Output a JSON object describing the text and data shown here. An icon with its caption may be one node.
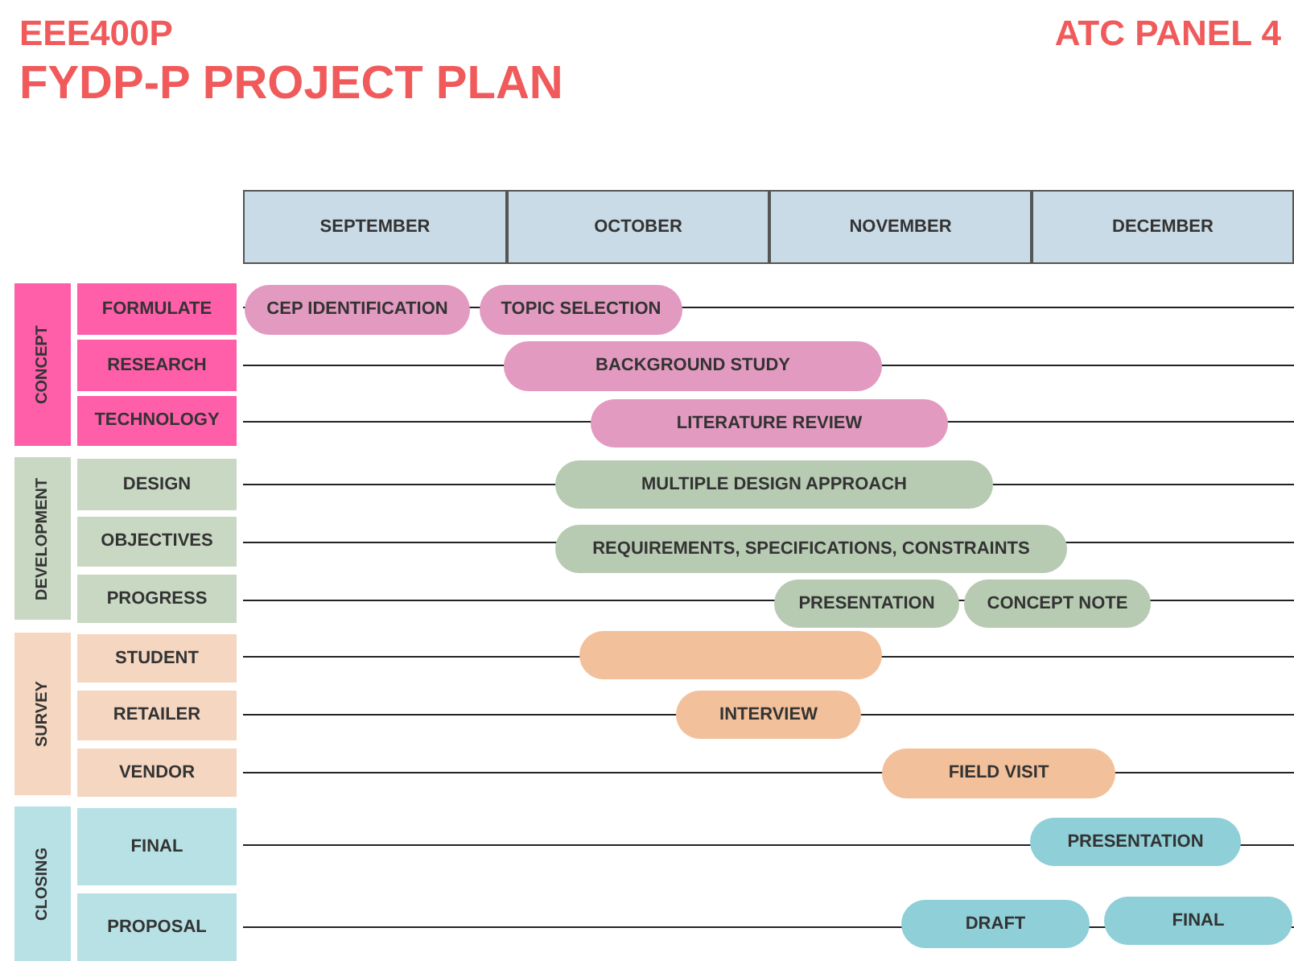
{
  "diagram": {
    "title": "FYDP-P PROJECT PLAN",
    "nodes": [
      {
        "text": [
          "SEPTEMBER"
        ]
      },
      {
        "text": [
          "OCTOBER"
        ]
      },
      {
        "text": [
          "NOVEMBER"
        ]
      },
      {
        "text": [
          "DECEMBER"
        ]
      },
      {
        "text": [
          "CONCEPT"
        ]
      },
      {
        "text": [
          "FORMULATE"
        ]
      },
      {
        "text": [
          "CEP IDENTIFICATION"
        ]
      },
      {
        "text": [
          "TOPIC SELECTION"
        ]
      },
      {
        "text": [
          "RESEARCH"
        ]
      },
      {
        "text": [
          "BACKGROUND STUDY"
        ]
      },
      {
        "text": [
          "TECHNOLOGY"
        ]
      },
      {
        "text": [
          "LITERATURE REVIEW"
        ]
      },
      {
        "text": [
          "DEVELOPMENT"
        ]
      },
      {
        "text": [
          "DESIGN"
        ]
      },
      {
        "text": [
          "MULTIPLE DESIGN APPROACH"
        ]
      },
      {
        "text": [
          "OBJECTIVES"
        ]
      },
      {
        "text": [
          "REQUIREMENTS, SPECIFICATIONS, CONSTRAINTS"
        ]
      },
      {
        "text": [
          "PROGRESS"
        ]
      },
      {
        "text": [
          "PRESENTATION"
        ]
      },
      {
        "text": [
          "CONCEPT NOTE"
        ]
      },
      {
        "text": [
          "SURVEY"
        ]
      },
      {
        "text": [
          "STUDENT"
        ]
      },
      {
        "text": [],
        "shape": "bar"
      },
      {
        "text": [
          "RETAILER"
        ]
      },
      {
        "text": [
          "INTERVIEW"
        ]
      },
      {
        "text": [
          "VENDOR"
        ]
      },
      {
        "text": [
          "FIELD VISIT"
        ]
      },
      {
        "text": [
          "CLOSING"
        ]
      },
      {
        "text": [
          "FINAL"
        ]
      },
      {
        "text": [
          "PRESENTATION"
        ]
      },
      {
        "text": [
          "PROPOSAL"
        ]
      },
      {
        "text": [
          "DRAFT"
        ]
      },
      {
        "text": [
          "FINAL"
        ]
      }
    ],
    "edges": [],
    "labels": [
      "EEE400P",
      "ATC PANEL 4"
    ]
  }
}
